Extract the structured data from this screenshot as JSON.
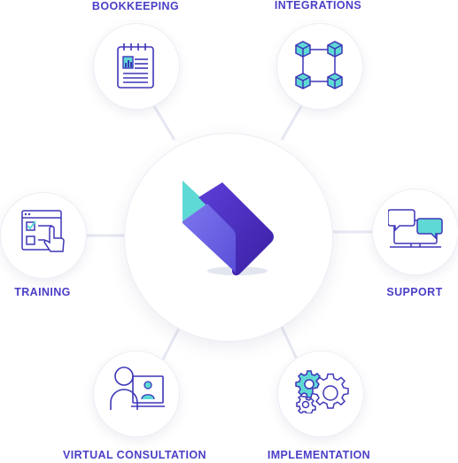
{
  "diagram": {
    "center_logo": "brand-logo",
    "services": [
      {
        "label": "BOOKKEEPING",
        "icon": "ledger-document-icon"
      },
      {
        "label": "INTEGRATIONS",
        "icon": "connected-cubes-icon"
      },
      {
        "label": "TRAINING",
        "icon": "touch-checklist-icon"
      },
      {
        "label": "SUPPORT",
        "icon": "chat-monitor-icon"
      },
      {
        "label": "VIRTUAL CONSULTATION",
        "icon": "video-call-icon"
      },
      {
        "label": "IMPLEMENTATION",
        "icon": "gears-icon"
      }
    ]
  },
  "colors": {
    "label": "#4a3fc7",
    "icon_stroke": "#3d36b8",
    "accent_teal": "#5fd9d5",
    "logo_dark": "#4a2ab8",
    "logo_mid": "#6a63e6"
  }
}
